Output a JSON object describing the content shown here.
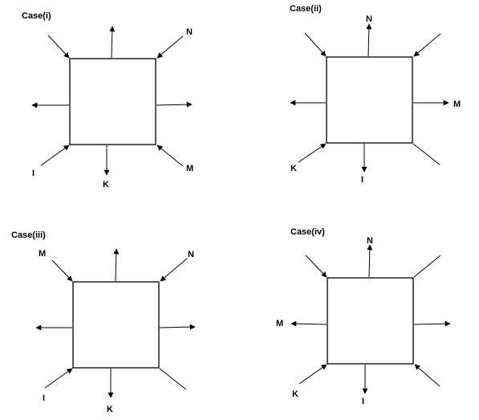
{
  "figure": {
    "cases": [
      {
        "title": "Case(i)",
        "labels": {
          "N": "N",
          "M": "M",
          "I": "I",
          "K": "K"
        },
        "arrows": {
          "top": "out",
          "left": "out",
          "right": "out",
          "bottom": "out",
          "top_left": "in",
          "top_right": "in",
          "bottom_left": "in",
          "bottom_right": "in"
        }
      },
      {
        "title": "Case(ii)",
        "labels": {
          "N": "N",
          "M": "M",
          "K": "K",
          "I": "I"
        },
        "arrows": {
          "top": "out",
          "left": "out",
          "right": "out",
          "bottom": "out",
          "top_left": "in",
          "top_right": "in",
          "bottom_left": "in",
          "bottom_right": "out"
        }
      },
      {
        "title": "Case(iii)",
        "labels": {
          "M": "M",
          "N": "N",
          "I": "I",
          "K": "K"
        },
        "arrows": {
          "top": "out",
          "left": "out",
          "right": "out",
          "bottom": "out",
          "top_left": "in",
          "top_right": "in",
          "bottom_left": "in",
          "bottom_right": "out"
        }
      },
      {
        "title": "Case(iv)",
        "labels": {
          "N": "N",
          "M": "M",
          "K": "K",
          "I": "I"
        },
        "arrows": {
          "top": "out",
          "left": "out",
          "right": "out",
          "bottom": "out",
          "top_left": "in",
          "top_right": "out",
          "bottom_left": "in",
          "bottom_right": "in"
        }
      }
    ]
  }
}
